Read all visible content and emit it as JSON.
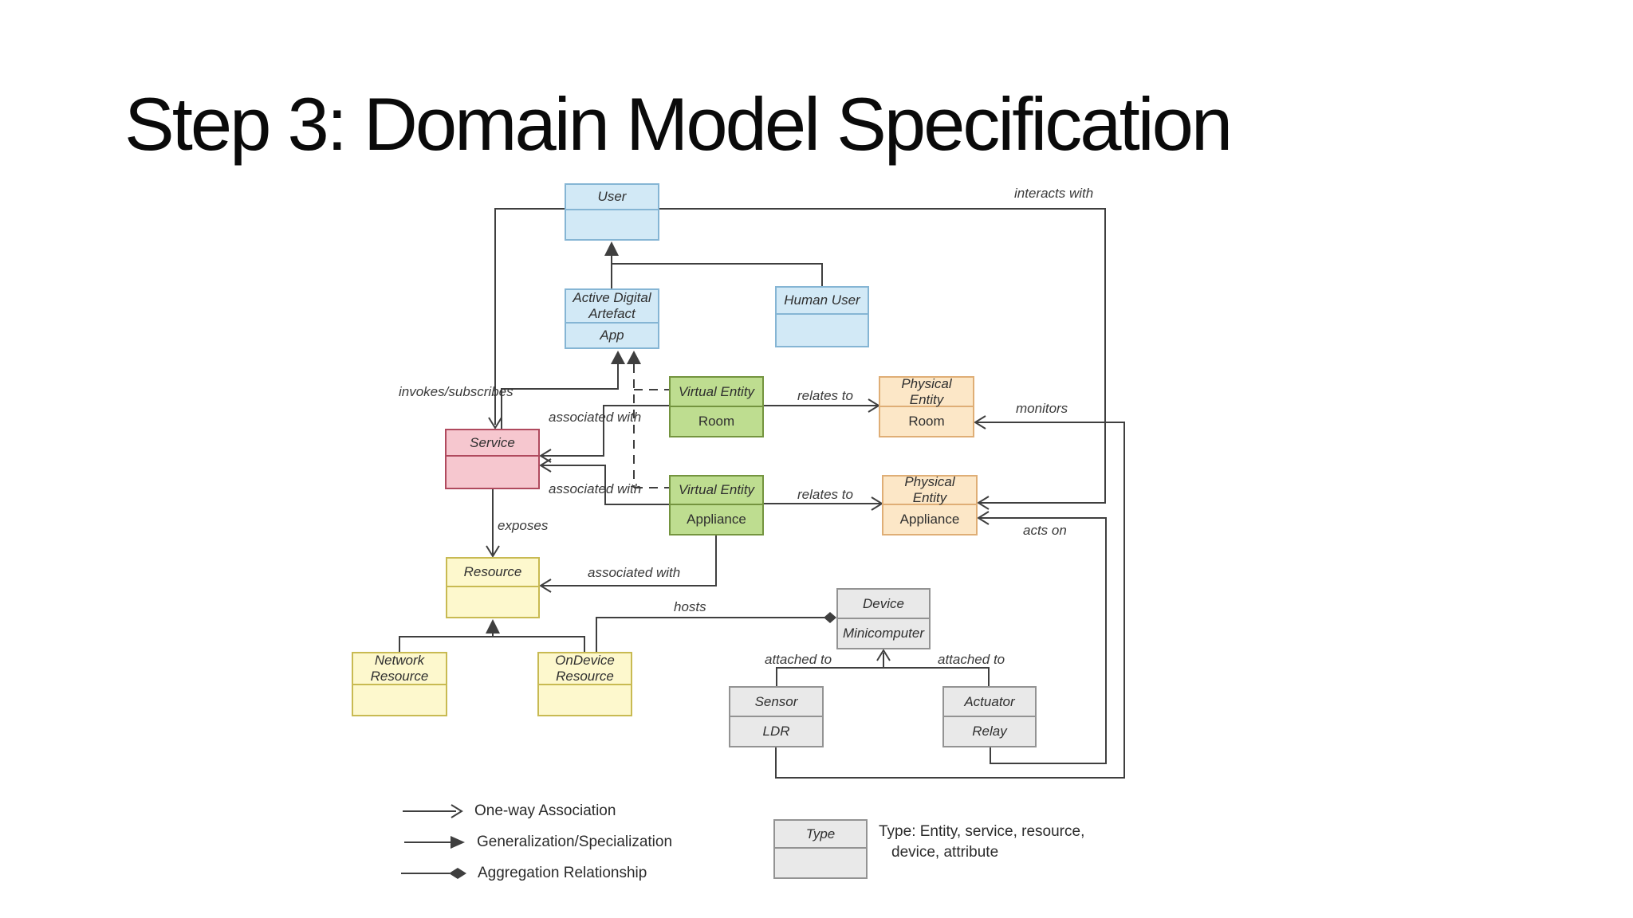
{
  "slide": {
    "title": "Step 3: Domain Model Specification"
  },
  "diagram": {
    "boxes": {
      "user": {
        "title": "User",
        "sub": ""
      },
      "active_digital_artefact": {
        "title": "Active Digital Artefact",
        "sub": "App"
      },
      "human_user": {
        "title": "Human User",
        "sub": ""
      },
      "virtual_entity_room": {
        "title": "Virtual Entity",
        "sub": "Room"
      },
      "physical_entity_room": {
        "title": "Physical Entity",
        "sub": "Room"
      },
      "virtual_entity_appliance": {
        "title": "Virtual Entity",
        "sub": "Appliance"
      },
      "physical_entity_appliance": {
        "title": "Physical Entity",
        "sub": "Appliance"
      },
      "service": {
        "title": "Service",
        "sub": ""
      },
      "resource": {
        "title": "Resource",
        "sub": ""
      },
      "network_resource": {
        "title": "Network Resource",
        "sub": ""
      },
      "ondevice_resource": {
        "title": "OnDevice Resource",
        "sub": ""
      },
      "device": {
        "title": "Device",
        "sub": "Minicomputer"
      },
      "sensor": {
        "title": "Sensor",
        "sub": "LDR"
      },
      "actuator": {
        "title": "Actuator",
        "sub": "Relay"
      }
    },
    "edge_labels": {
      "interacts_with": "interacts with",
      "invokes_subscribes": "invokes/subscribes",
      "associated_with_room": "associated with",
      "associated_with_appliance": "associated with",
      "associated_with_resource": "associated with",
      "relates_to_room": "relates to",
      "relates_to_appliance": "relates to",
      "monitors": "monitors",
      "acts_on": "acts on",
      "exposes": "exposes",
      "hosts": "hosts",
      "attached_to_sensor": "attached to",
      "attached_to_actuator": "attached to"
    },
    "colors": {
      "line_color": "#3f3f3f",
      "blue_fill": "#d2e9f6",
      "blue_border": "#85b5d4",
      "green_fill": "#bedd90",
      "green_border": "#74943f",
      "orange_fill": "#fce7c7",
      "orange_border": "#dfae76",
      "pink_fill": "#f6c7cf",
      "pink_border": "#b04a5e",
      "yellow_fill": "#fdf8cd",
      "yellow_border": "#c8ba52",
      "gray_fill": "#e9e9e9",
      "gray_border": "#939393"
    }
  },
  "legend": {
    "items": [
      {
        "label": "One-way Association"
      },
      {
        "label": "Generalization/Specialization"
      },
      {
        "label": "Aggregation Relationship"
      }
    ],
    "type_box": {
      "title": "Type",
      "sub": ""
    },
    "type_note_line1": "Type: Entity, service, resource,",
    "type_note_line2": "device, attribute"
  }
}
